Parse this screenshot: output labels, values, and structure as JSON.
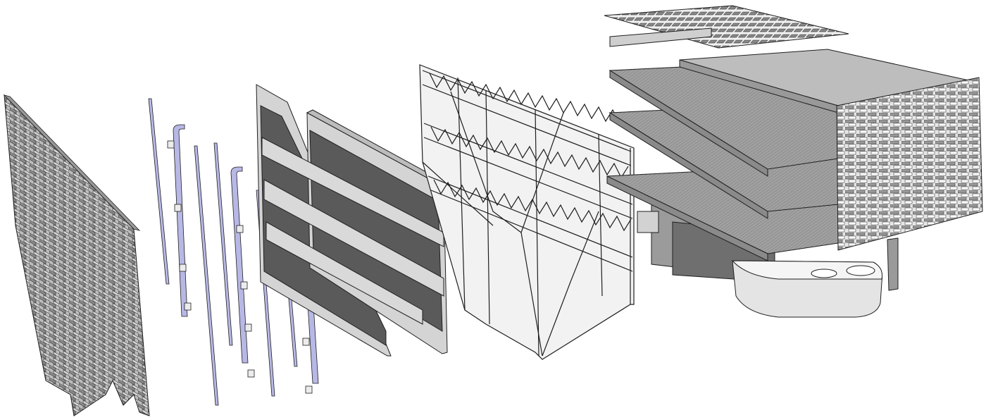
{
  "layers": [
    {
      "id": "cladding-screen"
    },
    {
      "id": "mep-piping"
    },
    {
      "id": "curtain-wall-panels"
    },
    {
      "id": "structural-truss-frame"
    },
    {
      "id": "floor-slabs-and-core"
    }
  ],
  "colors": {
    "background": "#ffffff",
    "outline": "#1f1f1f",
    "panel_light": "#d4d4d4",
    "panel_mid": "#a9a9a9",
    "panel_dark": "#5a5a5a",
    "pipe": "#b8b8e6",
    "pipe_shade": "#8c8cc8",
    "frame": "#f2f2f2"
  }
}
